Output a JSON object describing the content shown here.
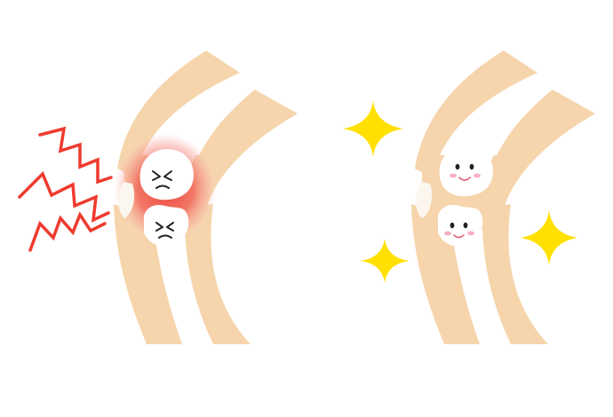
{
  "illustration": {
    "left_knee": {
      "state": "painful",
      "face_expression": "grimace",
      "inflammation_color": "#f25a50",
      "pain_mark_color": "#ee3b2f"
    },
    "right_knee": {
      "state": "healthy",
      "face_expression": "smile",
      "sparkle_color": "#ffe000",
      "cheek_color": "#f7b2c1"
    },
    "colors": {
      "skin": "#f6d5ac",
      "bone": "#ffffff",
      "cartilage": "#fbf6ee",
      "face_lines": "#222222"
    }
  }
}
